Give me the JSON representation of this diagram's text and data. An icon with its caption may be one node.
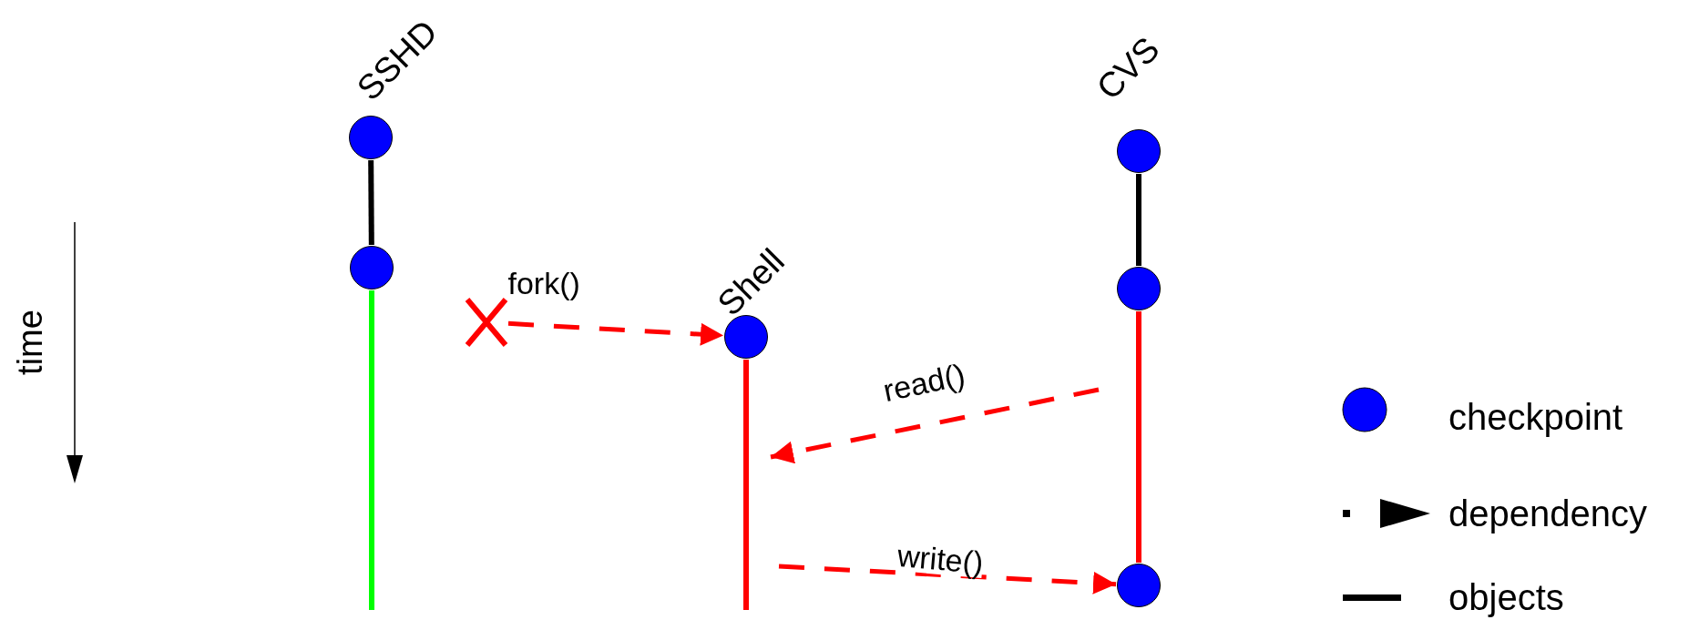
{
  "diagram": {
    "nodes": [
      {
        "text": [
          "SSHD"
        ]
      },
      {
        "text": [],
        "shape": "circle"
      },
      {
        "text": [],
        "shape": "circle"
      },
      {
        "text": [],
        "shape": "cross"
      },
      {
        "text": [
          "Shell"
        ]
      },
      {
        "text": [],
        "shape": "circle"
      },
      {
        "text": [
          "CVS"
        ]
      },
      {
        "text": [],
        "shape": "circle"
      },
      {
        "text": [],
        "shape": "circle"
      },
      {
        "text": [],
        "shape": "circle"
      }
    ],
    "edges": [
      {
        "from": 1,
        "to": 2,
        "arrow": "none",
        "color": "#000000"
      },
      {
        "from": 2,
        "to": null,
        "arrow": "none",
        "color": "#00ff00"
      },
      {
        "from": 3,
        "to": 5,
        "arrow": "to",
        "style": "dashed",
        "label": "fork()"
      },
      {
        "from": 5,
        "to": null,
        "arrow": "none"
      },
      {
        "from": 7,
        "to": 8,
        "arrow": "none",
        "color": "#000000"
      },
      {
        "from": 8,
        "to": 9,
        "arrow": "none"
      },
      {
        "from": null,
        "to": 5,
        "arrow": "to",
        "style": "dashed",
        "label": "read()"
      },
      {
        "from": null,
        "to": 9,
        "arrow": "to",
        "style": "dashed",
        "label": "write()"
      }
    ],
    "labels": [
      "time"
    ],
    "legend": [
      {
        "text": "checkpoint"
      },
      {
        "text": "dependency"
      },
      {
        "text": "objects"
      }
    ]
  }
}
